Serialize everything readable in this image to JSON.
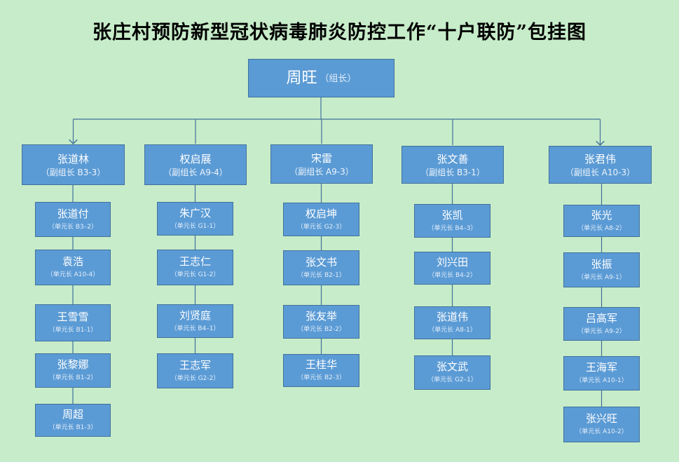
{
  "title": "张庄村预防新型冠状病毒肺炎防控工作“十户联防”包挂图",
  "leader": {
    "name": "周旺",
    "role": "（组长）"
  },
  "groups": [
    {
      "name": "张道林",
      "role": "（副组长 B3-3）",
      "members": [
        {
          "name": "张道付",
          "role": "（单元长 B3–2）"
        },
        {
          "name": "袁浩",
          "role": "（单元长 A10-4）"
        },
        {
          "name": "王雪雪",
          "role": "（单元长 B1-1）"
        },
        {
          "name": "张黎娜",
          "role": "（单元长 B1-2）"
        },
        {
          "name": "周超",
          "role": "（单元长 B1-3）"
        }
      ]
    },
    {
      "name": "权启展",
      "role": "（副组长 A9-4）",
      "members": [
        {
          "name": "朱广汉",
          "role": "（单元长 G1-1）"
        },
        {
          "name": "王志仁",
          "role": "（单元长 G1-2）"
        },
        {
          "name": "刘贤庭",
          "role": "（单元长 B4–1）"
        },
        {
          "name": "王志军",
          "role": "（单元长 G2-2）"
        }
      ]
    },
    {
      "name": "宋雷",
      "role": "（副组长 A9-3）",
      "members": [
        {
          "name": "权启坤",
          "role": "（单元长 G2-3）"
        },
        {
          "name": "张文书",
          "role": "（单元长 B2-1）"
        },
        {
          "name": "张友举",
          "role": "（单元长 B2-2）"
        },
        {
          "name": "王桂华",
          "role": "（单元长 B2-3）"
        }
      ]
    },
    {
      "name": "张文善",
      "role": "（副组长 B3-1）",
      "members": [
        {
          "name": "张凯",
          "role": "（单元长 B4–3）"
        },
        {
          "name": "刘兴田",
          "role": "（单元长 B4-2）"
        },
        {
          "name": "张道伟",
          "role": "（单元长 A8-1）"
        },
        {
          "name": "张文武",
          "role": "（单元长 G2–1）"
        }
      ]
    },
    {
      "name": "张君伟",
      "role": "（副组长 A10-3）",
      "members": [
        {
          "name": "张光",
          "role": "（单元长 A8-2）"
        },
        {
          "name": "张振",
          "role": "（单元长 A9-1）"
        },
        {
          "name": "吕高军",
          "role": "（单元长 A9-2）"
        },
        {
          "name": "王海军",
          "role": "（单元长 A10-1）"
        },
        {
          "name": "张兴旺",
          "role": "（单元长 A10-2）"
        }
      ]
    }
  ]
}
